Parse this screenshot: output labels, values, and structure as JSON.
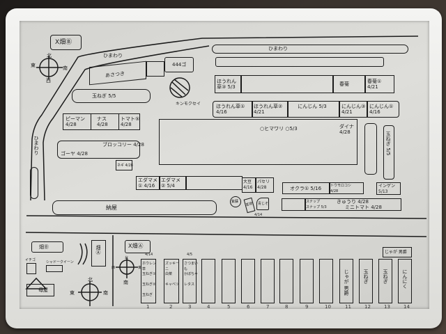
{
  "field_b": {
    "title": "X畑Ⓑ",
    "compass": {
      "north": "北",
      "south": "南",
      "east": "東",
      "west": "西"
    },
    "path_label_top": "ひまわり",
    "path_label_side": "ひまわり",
    "beds": {
      "asatsuki": "あさつき",
      "gobo": "444ゴ",
      "onion_1": "玉ねぎ 5/5",
      "osmanthus": "キンモクセイ",
      "piman": "ピーマン 4/28",
      "nasu": "ナス 4/28",
      "tomato": "トマト⑤ 4/28",
      "broccoli": "ブロッコリー 4/28",
      "goya": "ゴーヤ 4/28",
      "small_bed": "ネギ 4/28",
      "spinach_3": "ほうれん草③ 5/3",
      "shungiku": "春菊",
      "shungiku_1": "春菊① 4/21",
      "spinach_1": "ほうれん草① 4/16",
      "spinach_2": "ほうれん草② 4/21",
      "carrot": "にんじん 5/3",
      "carrot_3": "にんじん③ 4/21",
      "carrot_1": "にんじん① 4/16",
      "sunflower": "○ヒマワリ ○5/3",
      "daikon": "ダイナ 4/28",
      "onion_2": "玉ねぎ 5/5",
      "edamame_1": "エダマメ① 4/16",
      "edamame_2": "エダマメ② 5/4",
      "daizu": "大豆 4/16",
      "parsley": "パセリ 4/28",
      "okra": "オクラ① 5/16",
      "okra_2": "トウモロコシ 4/28",
      "ingen": "インゲン 5/13",
      "snap_1": "スナップ",
      "snap_2": "スナップ 5/3",
      "cucumber": "きゅうり 4/28",
      "mini_tomato": "ミニトマト 4/28",
      "herb_1": "紫蘇",
      "herb_2": "茗荷",
      "herb_3": "青じそ",
      "herb_date": "4/14",
      "shed": "納屋"
    }
  },
  "bottom_left": {
    "field_b_label": "畑Ⓑ",
    "strawberry": "イチゴ",
    "shadow_queen": "シャドークイーン",
    "main_house": "母屋",
    "field_a_label": "畑Ⓐ",
    "compass": {
      "north": "北",
      "south": "南",
      "east": "東"
    }
  },
  "field_a": {
    "title": "X畑Ⓐ",
    "compass": {
      "north": "北",
      "south": "南",
      "east": "東",
      "west": "西"
    },
    "potato_label": "じゃが 男爵",
    "beds": [
      {
        "number": "1",
        "date": "4/14",
        "labels": [
          "ホウレン草",
          "玉ねぎ①",
          "玉ねぎ②",
          "玉ねぎ"
        ]
      },
      {
        "number": "2",
        "date": "",
        "labels": [
          "ズッキーニ",
          "白菜",
          "キャベツ"
        ]
      },
      {
        "number": "3",
        "date": "4/5",
        "labels": [
          "さつまいも",
          "かぼちゃ",
          "レタス"
        ]
      },
      {
        "number": "4",
        "labels": []
      },
      {
        "number": "5",
        "labels": []
      },
      {
        "number": "6",
        "labels": []
      },
      {
        "number": "7",
        "labels": []
      },
      {
        "number": "8",
        "labels": []
      },
      {
        "number": "9",
        "labels": []
      },
      {
        "number": "10",
        "labels": []
      },
      {
        "number": "11",
        "labels": [
          "じゃが 男爵"
        ]
      },
      {
        "number": "12",
        "labels": [
          "玉ねぎ"
        ]
      },
      {
        "number": "13",
        "labels": [
          "玉ねぎ"
        ]
      },
      {
        "number": "14",
        "labels": [
          "にんにく"
        ]
      }
    ]
  }
}
